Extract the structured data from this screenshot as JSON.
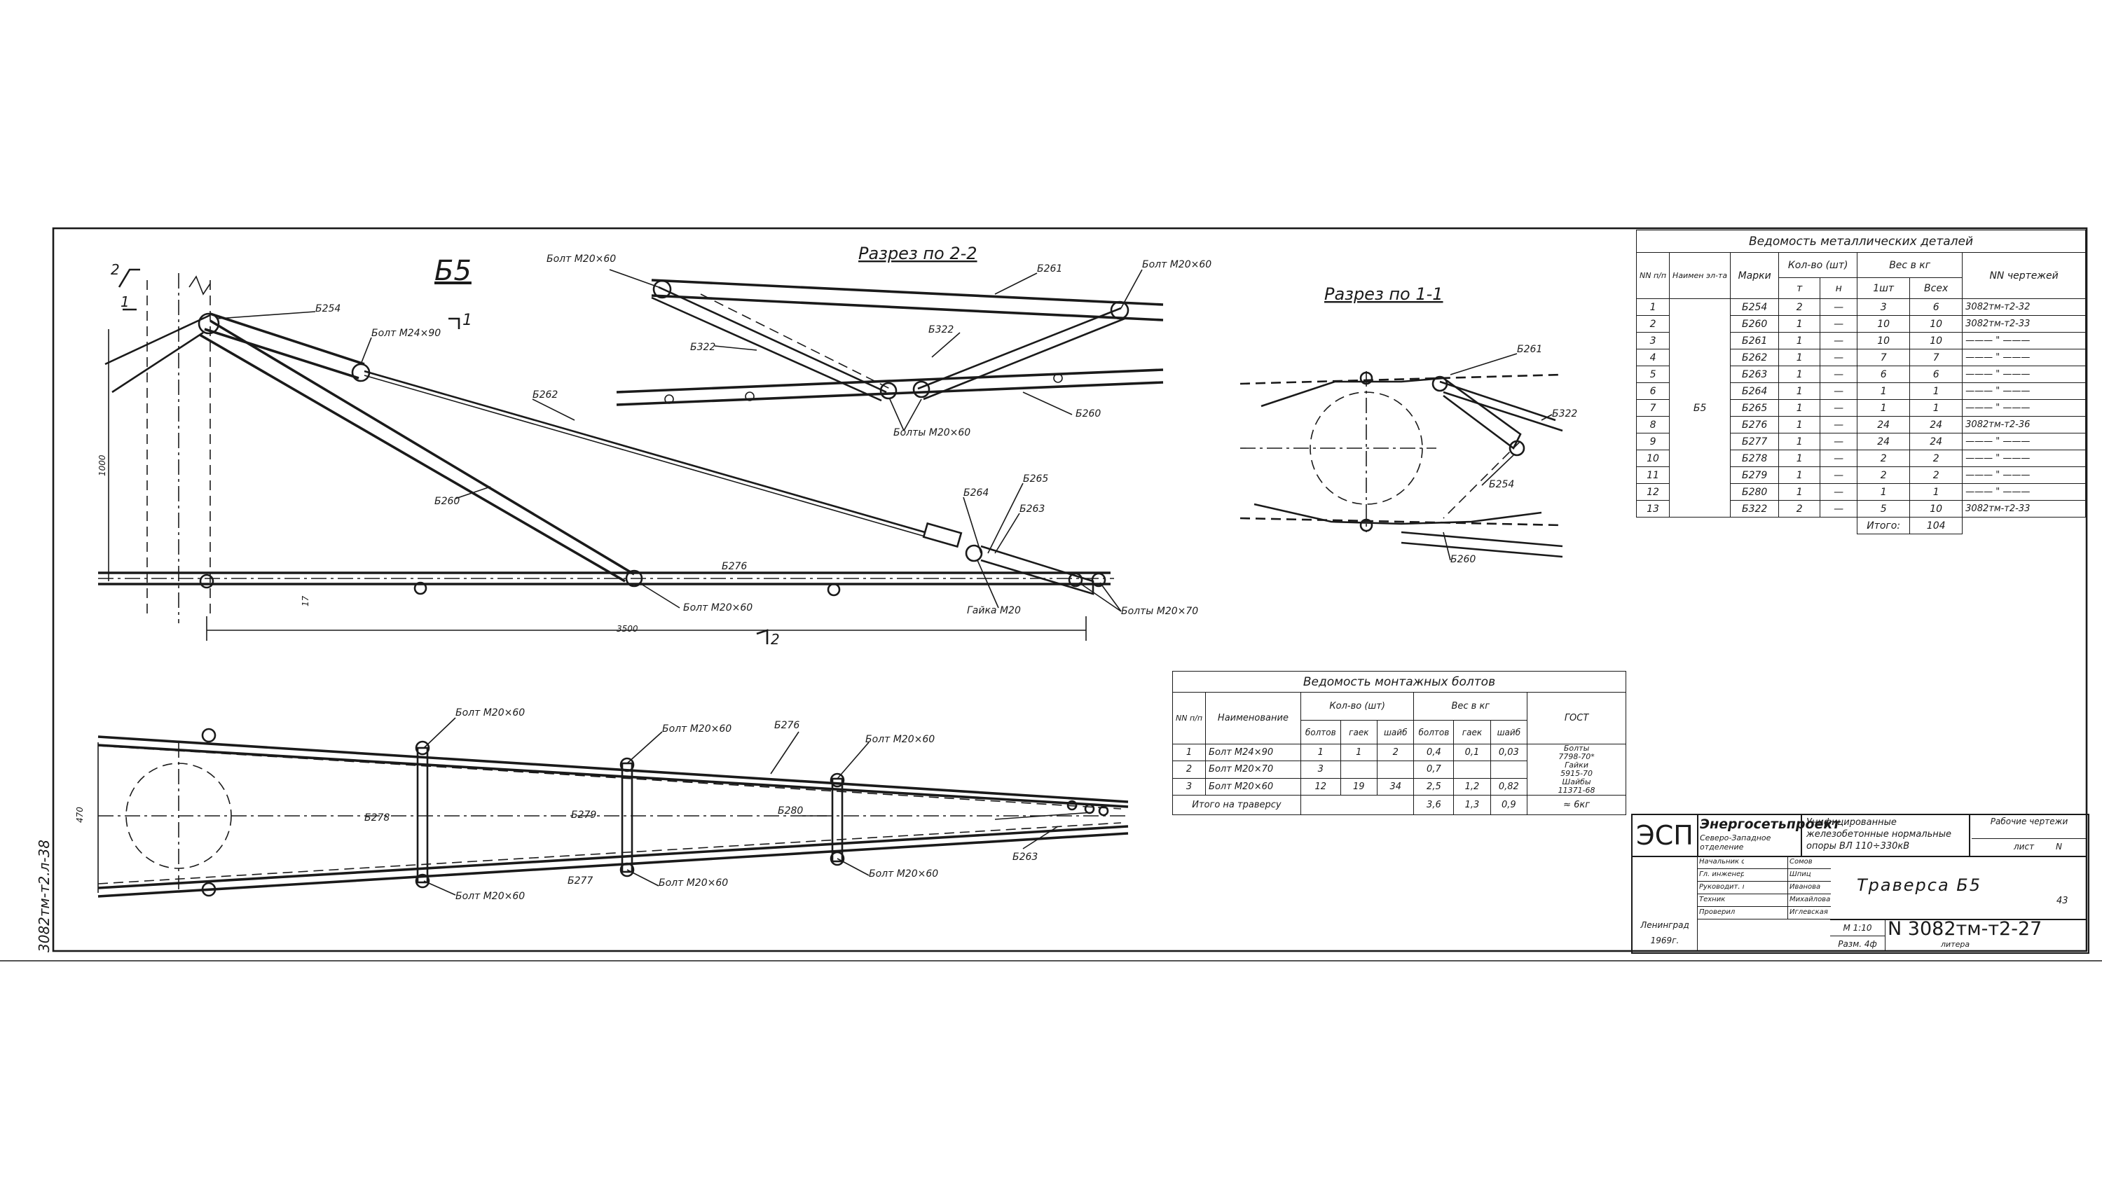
{
  "drawing": {
    "title_main": "Б5",
    "section_22": "Разрез по 2-2",
    "section_11": "Разрез по 1-1",
    "side_stamp": "3082тм-т2.л-38",
    "labels": {
      "b254": "Б254",
      "b260": "Б260",
      "b261": "Б261",
      "b262": "Б262",
      "b263": "Б263",
      "b264": "Б264",
      "b265": "Б265",
      "b276": "Б276",
      "b277": "Б277",
      "b278": "Б278",
      "b279": "Б279",
      "b280": "Б280",
      "b322": "Б322",
      "bolt_m24x90": "Болт М24×90",
      "bolt_m20x60": "Болт М20×60",
      "bolts_m20x60": "Болты М20×60",
      "bolts_m20x70": "Болты М20×70",
      "nut_m20": "Гайка М20",
      "dim_3500": "3500",
      "dim_1000": "1000",
      "dim_470": "470",
      "dim_17": "17",
      "mark_2": "2",
      "mark_1": "1"
    }
  },
  "metal_table": {
    "title": "Ведомость металлических деталей",
    "headers": {
      "nn": "NN п/п",
      "name": "Наимен эл-та",
      "mark": "Марки",
      "qty": "Кол-во (шт)",
      "qty_t": "т",
      "qty_n": "н",
      "weight": "Вес в кг",
      "w_one": "1шт",
      "w_all": "Всех",
      "drawing": "NN чертежей"
    },
    "element": "Б5",
    "rows": [
      {
        "n": "1",
        "mark": "Б254",
        "t": "2",
        "h": "—",
        "one": "3",
        "all": "6",
        "dwg": "3082тм-т2-32"
      },
      {
        "n": "2",
        "mark": "Б260",
        "t": "1",
        "h": "—",
        "one": "10",
        "all": "10",
        "dwg": "3082тм-т2-33"
      },
      {
        "n": "3",
        "mark": "Б261",
        "t": "1",
        "h": "—",
        "one": "10",
        "all": "10",
        "dwg": "——— \" ———"
      },
      {
        "n": "4",
        "mark": "Б262",
        "t": "1",
        "h": "—",
        "one": "7",
        "all": "7",
        "dwg": "——— \" ———"
      },
      {
        "n": "5",
        "mark": "Б263",
        "t": "1",
        "h": "—",
        "one": "6",
        "all": "6",
        "dwg": "——— \" ———"
      },
      {
        "n": "6",
        "mark": "Б264",
        "t": "1",
        "h": "—",
        "one": "1",
        "all": "1",
        "dwg": "——— \" ———"
      },
      {
        "n": "7",
        "mark": "Б265",
        "t": "1",
        "h": "—",
        "one": "1",
        "all": "1",
        "dwg": "——— \" ———"
      },
      {
        "n": "8",
        "mark": "Б276",
        "t": "1",
        "h": "—",
        "one": "24",
        "all": "24",
        "dwg": "3082тм-т2-36"
      },
      {
        "n": "9",
        "mark": "Б277",
        "t": "1",
        "h": "—",
        "one": "24",
        "all": "24",
        "dwg": "——— \" ———"
      },
      {
        "n": "10",
        "mark": "Б278",
        "t": "1",
        "h": "—",
        "one": "2",
        "all": "2",
        "dwg": "——— \" ———"
      },
      {
        "n": "11",
        "mark": "Б279",
        "t": "1",
        "h": "—",
        "one": "2",
        "all": "2",
        "dwg": "——— \" ———"
      },
      {
        "n": "12",
        "mark": "Б280",
        "t": "1",
        "h": "—",
        "one": "1",
        "all": "1",
        "dwg": "——— \" ———"
      },
      {
        "n": "13",
        "mark": "Б322",
        "t": "2",
        "h": "—",
        "one": "5",
        "all": "10",
        "dwg": "3082тм-т2-33"
      }
    ],
    "total_label": "Итого:",
    "total_value": "104"
  },
  "bolt_table": {
    "title": "Ведомость монтажных болтов",
    "headers": {
      "nn": "NN п/п",
      "name": "Наименование",
      "qty": "Кол-во (шт)",
      "q_bolt": "болтов",
      "q_nut": "гаек",
      "q_wash": "шайб",
      "weight": "Вес в кг",
      "w_bolt": "болтов",
      "w_nut": "гаек",
      "w_wash": "шайб",
      "gost": "ГОСТ"
    },
    "rows": [
      {
        "n": "1",
        "name": "Болт М24×90",
        "qb": "1",
        "qn": "1",
        "qw": "2",
        "wb": "0,4",
        "wn": "0,1",
        "ww": "0,03"
      },
      {
        "n": "2",
        "name": "Болт М20×70",
        "qb": "3",
        "qn": "",
        "qw": "",
        "wb": "0,7",
        "wn": "",
        "ww": ""
      },
      {
        "n": "3",
        "name": "Болт М20×60",
        "qb": "12",
        "qn": "19",
        "qw": "34",
        "wb": "2,5",
        "wn": "1,2",
        "ww": "0,82"
      }
    ],
    "gost_text": [
      "Болты",
      "7798-70*",
      "Гайки",
      "5915-70",
      "Шайбы",
      "11371-68"
    ],
    "total_label": "Итого на траверсу",
    "total_wb": "3,6",
    "total_wn": "1,3",
    "total_ww": "0,9",
    "total_all": "≈ 6кг"
  },
  "title_block": {
    "logo": "ЭСП",
    "org": "Энергосетьпроект",
    "branch": "Северо-Западное отделение",
    "project": "Унифицированные железобетонные нормальные опоры ВЛ 110÷330кВ",
    "stage_label": "Рабочие чертежи",
    "sheet_label": "лист",
    "sheet_no": "N",
    "item_title": "Траверса Б5",
    "roles": [
      {
        "role": "Начальник отд.",
        "name": "Сомов"
      },
      {
        "role": "Гл. инженер проекта",
        "name": "Шпиц"
      },
      {
        "role": "Руководит. группы",
        "name": "Иванова"
      },
      {
        "role": "Техник",
        "name": "Михайлова"
      },
      {
        "role": "Проверил",
        "name": "Иглевская"
      }
    ],
    "city": "Ленинград",
    "year": "1969г.",
    "scale": "М 1:10",
    "format": "Разм. 4ф",
    "doc_no": "N 3082тм-т2-27",
    "litera": "литера",
    "page_num": "43"
  }
}
